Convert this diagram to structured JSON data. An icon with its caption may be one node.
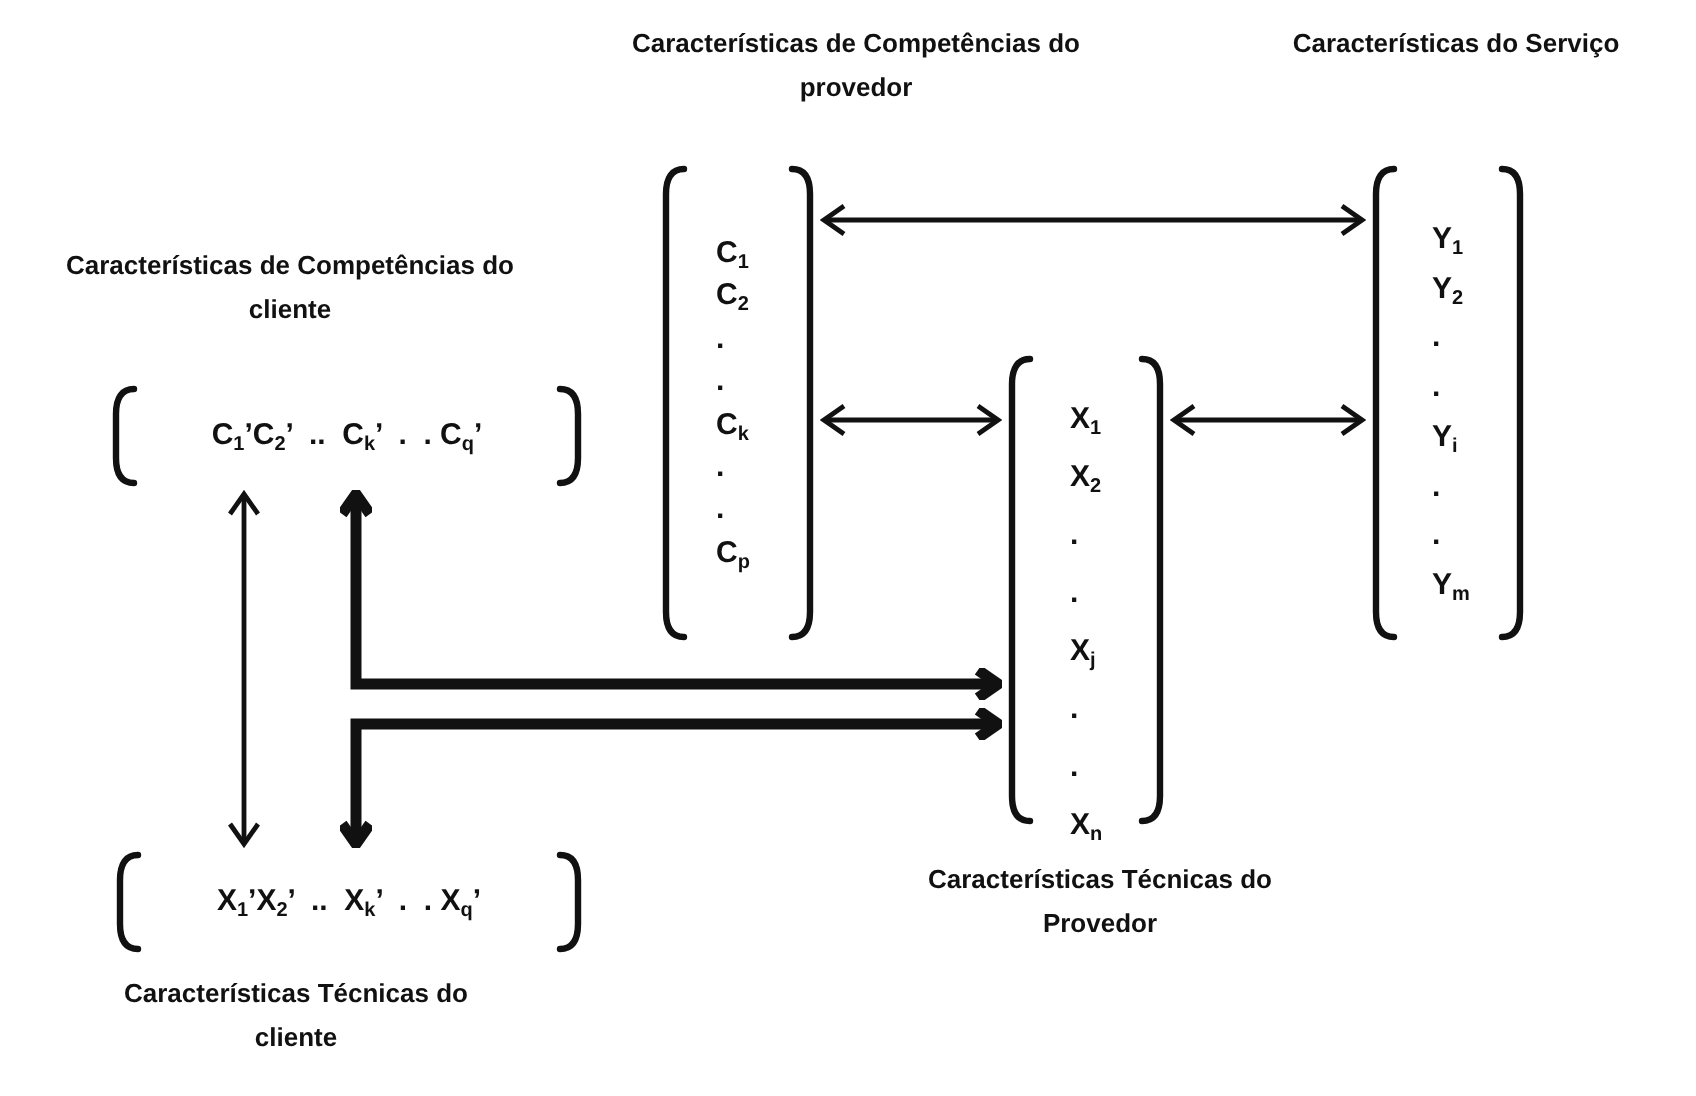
{
  "diagram": {
    "nodes": [
      {
        "text": [
          "Características  de Competências do cliente",
          "C$_{1}$’C$_{2}$’  ..  C$_{k}$’  .  . C$_{q}$’"
        ]
      },
      {
        "text": [
          "Características de Competências do provedor",
          "C$_{1}$",
          "C$_{2}$",
          ".",
          ".",
          "C$_{k}$",
          ".",
          ".",
          "C$_{p}$"
        ]
      },
      {
        "text": [
          "Características do Serviço",
          "Y$_{1}$",
          "Y$_{2}$",
          ".",
          ".",
          "Y$_{i}$",
          ".",
          ".",
          "Y$_{m}$"
        ]
      },
      {
        "text": [
          "X$_{1}$",
          "X$_{2}$",
          ".",
          ".",
          "X$_{j}$",
          ".",
          ".",
          "X$_{n}$",
          "Características Técnicas do Provedor"
        ]
      },
      {
        "text": [
          "X$_{1}$’X$_{2}$’  ..  X$_{k}$’  .  . X$_{q}$’",
          "Características Técnicas do cliente"
        ]
      }
    ],
    "edges": [
      {
        "from": 1,
        "to": 2,
        "arrow": "both"
      },
      {
        "from": 1,
        "to": 3,
        "arrow": "both"
      },
      {
        "from": 3,
        "to": 2,
        "arrow": "both"
      },
      {
        "from": 0,
        "to": 4,
        "arrow": "both"
      },
      {
        "from": 0,
        "to": 3,
        "arrow": "both",
        "style": "thick"
      },
      {
        "from": 4,
        "to": 3,
        "arrow": "both",
        "style": "thick"
      }
    ]
  }
}
